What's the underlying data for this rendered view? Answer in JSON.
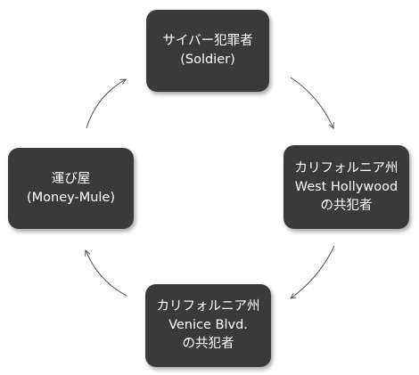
{
  "diagram": {
    "nodes": {
      "top": {
        "lines": [
          "サイバー犯罪者",
          "(Soldier)"
        ]
      },
      "right": {
        "lines": [
          "カリフォルニア州",
          "West Hollywood",
          "の共犯者"
        ]
      },
      "bottom": {
        "lines": [
          "カリフォルニア州",
          "Venice Blvd.",
          "の共犯者"
        ]
      },
      "left": {
        "lines": [
          "運び屋",
          "(Money-Mule)"
        ]
      }
    },
    "edges": [
      {
        "from": "top",
        "to": "right"
      },
      {
        "from": "right",
        "to": "bottom"
      },
      {
        "from": "bottom",
        "to": "left"
      },
      {
        "from": "left",
        "to": "top"
      }
    ],
    "colors": {
      "node_fill": "#3a3a3a",
      "node_text": "#ffffff",
      "arrow": "#555555",
      "background": "#ffffff"
    }
  }
}
